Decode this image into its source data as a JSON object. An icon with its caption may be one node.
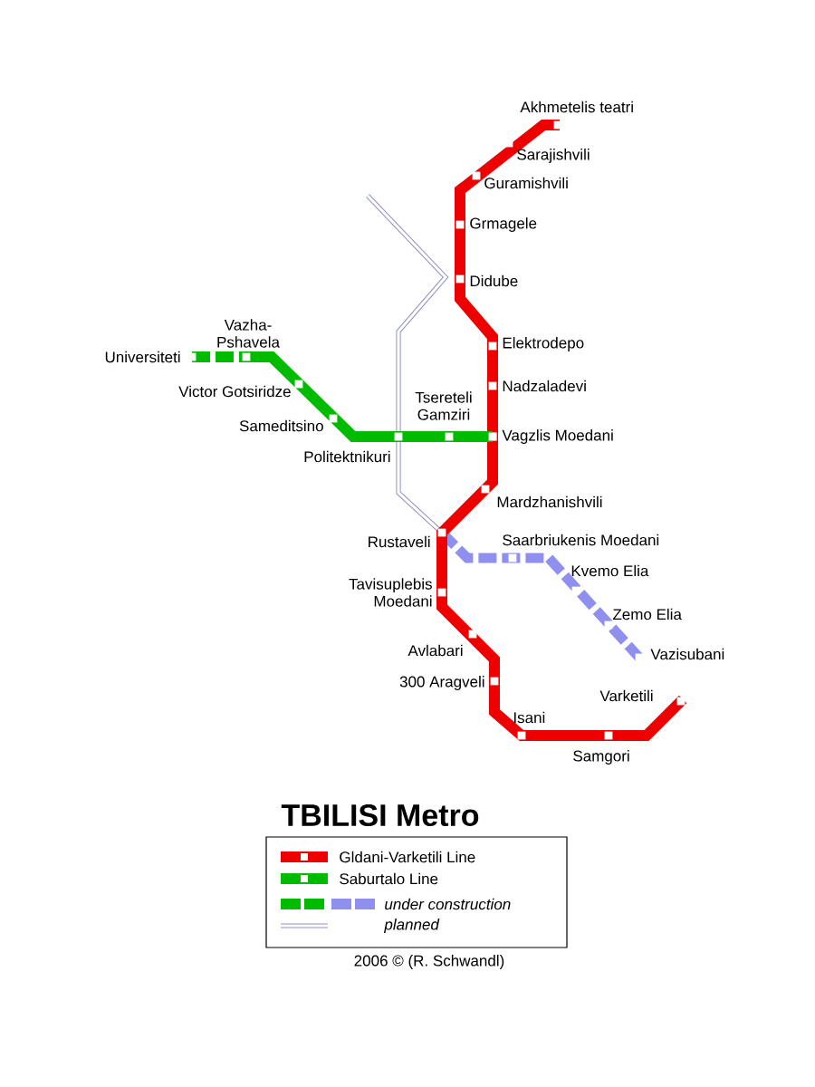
{
  "diagram": {
    "title": "TBILISI Metro",
    "caption": "2006 © (R. Schwandl)",
    "labels": [
      "Akhmetelis teatri",
      "Sarajishvili",
      "Guramishvili",
      "Grmagele",
      "Didube",
      "Vazha-Pshavela",
      "Elektrodepo",
      "Universiteti",
      "Victor Gotsiridze",
      "Nadzaladevi",
      "Tsereteli Gamziri",
      "Sameditsino",
      "Vagzlis Moedani",
      "Politektnikuri",
      "Mardzhanishvili",
      "Rustaveli",
      "Saarbriukenis Moedani",
      "Kvemo Elia",
      "Tavisuplebis Moedani",
      "Zemo Elia",
      "Avlabari",
      "Vazisubani",
      "300 Aragveli",
      "Varketili",
      "Isani",
      "Samgori"
    ],
    "legend": [
      {
        "text": "Gldani-Varketili Line",
        "color": "#ee0000"
      },
      {
        "text": "Saburtalo Line",
        "color": "#00bb00"
      },
      {
        "text": "under construction"
      },
      {
        "text": "planned"
      }
    ]
  }
}
